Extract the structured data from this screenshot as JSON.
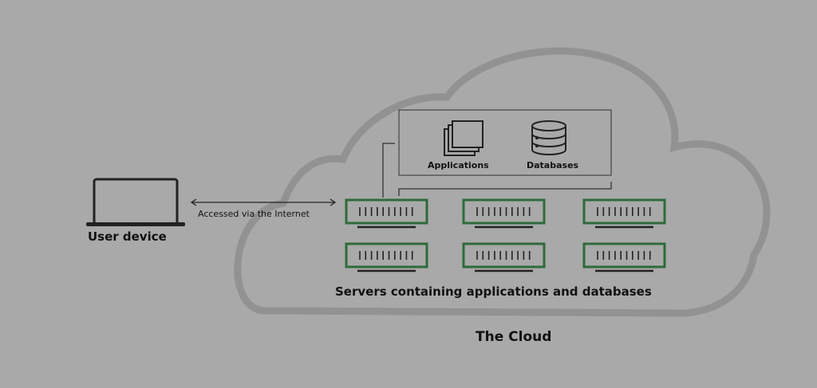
{
  "diagram": {
    "title": "The Cloud",
    "user_device_label": "User device",
    "connection_label": "Accessed via the Internet",
    "applications_label": "Applications",
    "databases_label": "Databases",
    "servers_label": "Servers containing applications and databases",
    "server_count": 6,
    "colors": {
      "background": "#a9a9a9",
      "cloud_outline": "#929292",
      "server_green": "#2e6b3a",
      "stroke_dark": "#222222"
    },
    "icons": [
      "laptop-icon",
      "applications-icon",
      "database-icon",
      "server-icon",
      "double-arrow-icon"
    ]
  }
}
